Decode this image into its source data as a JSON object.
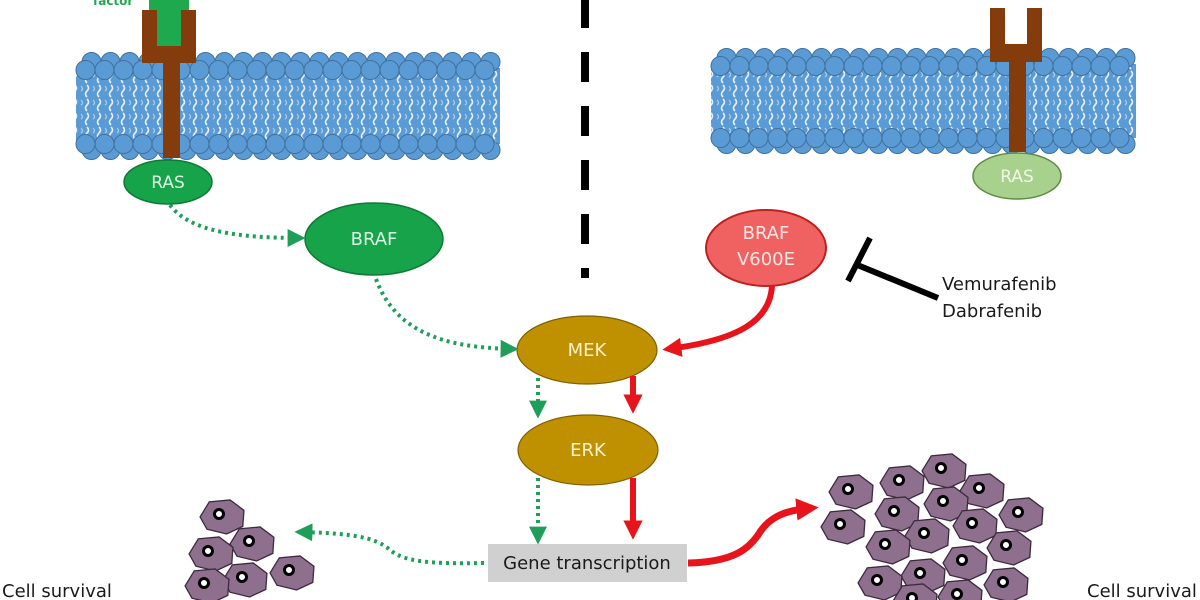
{
  "colors": {
    "membrane": "#5b9bd5",
    "membrane_stroke": "#41719c",
    "receptor": "#843c0c",
    "ligand": "#1fa94e",
    "active_green": "#16a34a",
    "inactive_green": "#a9d18e",
    "braf_mutant": "#f06262",
    "mek_erk": "#bf9000",
    "gene_box": "#d0d0d0",
    "red_arrow": "#e8141b",
    "green_dotted": "#1f9e5a",
    "cell": "#8e6f8e",
    "inhibitor": "#000000"
  },
  "left_panel": {
    "ligand_label": "factor",
    "ras_label": "RAS",
    "braf_label": "BRAF"
  },
  "right_panel": {
    "ras_label": "RAS",
    "braf_mutant_line1": "BRAF",
    "braf_mutant_line2": "V600E"
  },
  "shared": {
    "mek_label": "MEK",
    "erk_label": "ERK",
    "gene_transcription_label": "Gene transcription"
  },
  "inhibitors": {
    "drug1": "Vemurafenib",
    "drug2": "Dabrafenib"
  },
  "outcomes": {
    "left_label": "Cell survival",
    "right_label": "Cell survival"
  }
}
